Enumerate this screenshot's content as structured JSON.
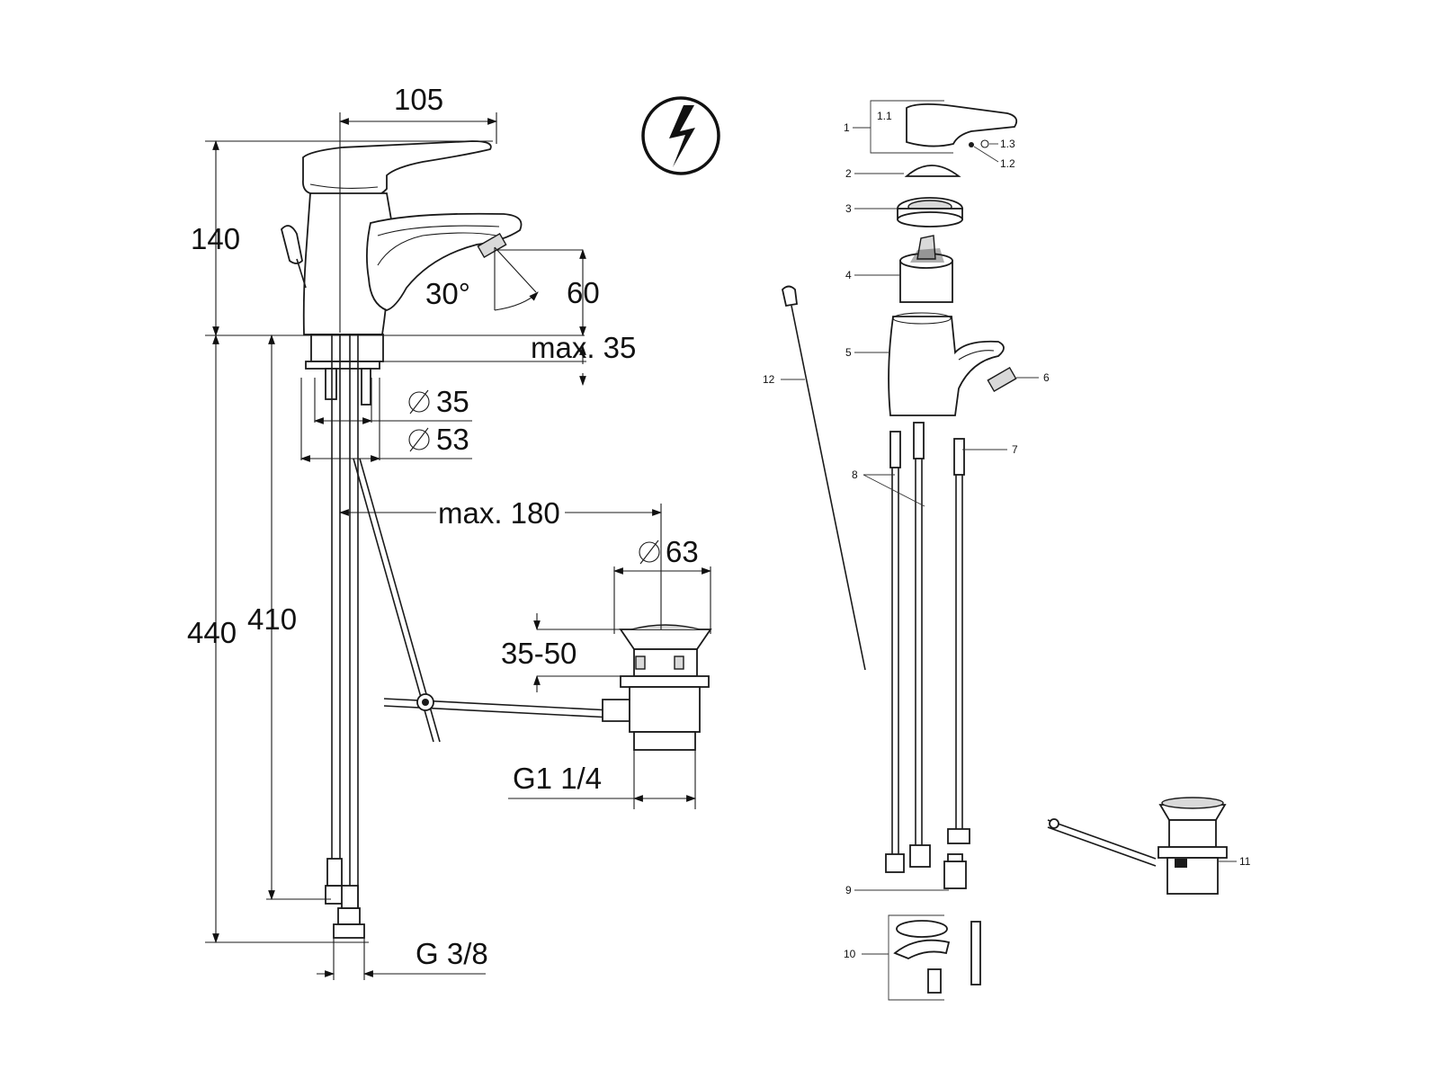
{
  "dimensions": {
    "width_top": "105",
    "height_body": "140",
    "angle": "30°",
    "spout_height": "60",
    "max_thickness": "max. 35",
    "dia_35": "35",
    "dia_53": "53",
    "max_reach": "max. 180",
    "dia_63": "63",
    "drain_range": "35-50",
    "total_height": "440",
    "hose_length": "410",
    "drain_thread": "G1 1/4",
    "hose_thread": "G 3/8"
  },
  "part_labels": {
    "p1": "1",
    "p1_1": "1.1",
    "p1_2": "1.2",
    "p1_3": "1.3",
    "p2": "2",
    "p3": "3",
    "p4": "4",
    "p5": "5",
    "p6": "6",
    "p7": "7",
    "p8": "8",
    "p9": "9",
    "p10": "10",
    "p11": "11",
    "p12": "12"
  },
  "icons": {
    "electrical_symbol": "lightning-bolt-icon",
    "diameter_symbol": "diameter-icon"
  }
}
